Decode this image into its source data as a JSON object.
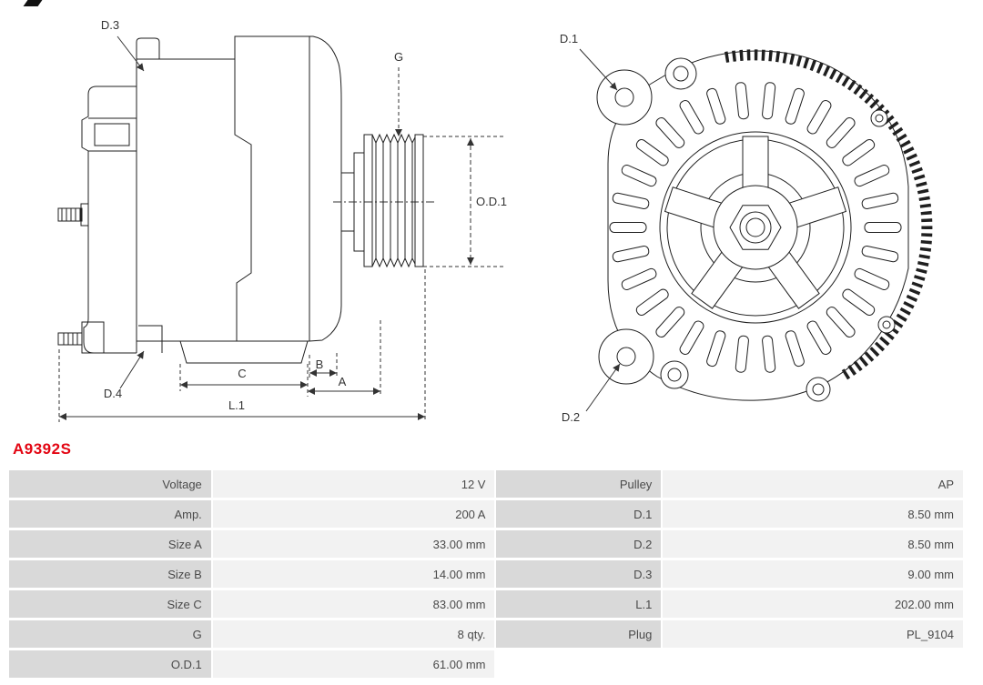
{
  "part_number": "A9392S",
  "colors": {
    "red": "#e30613",
    "label_cell": "#d9d9d9",
    "value_cell": "#f2f2f2",
    "table_text": "#4a4a4a",
    "line": "#1f1f1f"
  },
  "diagram": {
    "side_view": {
      "labels": {
        "d3": "D.3",
        "g": "G",
        "od1": "O.D.1",
        "d4": "D.4",
        "c": "C",
        "b": "B",
        "a": "A",
        "l1": "L.1"
      }
    },
    "front_view": {
      "labels": {
        "d1": "D.1",
        "d2": "D.2"
      }
    }
  },
  "spec_table": {
    "rows": [
      {
        "label_left": "Voltage",
        "value_left": "12 V",
        "label_right": "Pulley",
        "value_right": "AP"
      },
      {
        "label_left": "Amp.",
        "value_left": "200 A",
        "label_right": "D.1",
        "value_right": "8.50 mm"
      },
      {
        "label_left": "Size A",
        "value_left": "33.00 mm",
        "label_right": "D.2",
        "value_right": "8.50 mm"
      },
      {
        "label_left": "Size B",
        "value_left": "14.00 mm",
        "label_right": "D.3",
        "value_right": "9.00 mm"
      },
      {
        "label_left": "Size C",
        "value_left": "83.00 mm",
        "label_right": "L.1",
        "value_right": "202.00 mm"
      },
      {
        "label_left": "G",
        "value_left": "8 qty.",
        "label_right": "Plug",
        "value_right": "PL_9104"
      },
      {
        "label_left": "O.D.1",
        "value_left": "61.00 mm",
        "label_right": "",
        "value_right": ""
      }
    ]
  }
}
